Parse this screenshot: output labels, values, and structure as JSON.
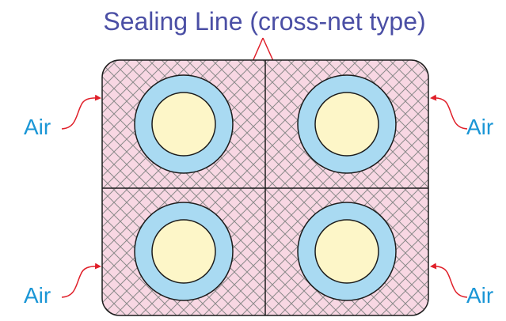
{
  "diagram": {
    "title": "Sealing Line (cross-net type)",
    "air_labels": [
      "Air",
      "Air",
      "Air",
      "Air"
    ]
  },
  "colors": {
    "title": "#4b4fa5",
    "arrow": "#e0202a",
    "air_label": "#1a96d6",
    "panel_fill": "#f8d7e3",
    "hatch": "#8a8a8a",
    "outline": "#1c1c1c",
    "ring": "#a9daf2",
    "core": "#fdf6c8"
  }
}
